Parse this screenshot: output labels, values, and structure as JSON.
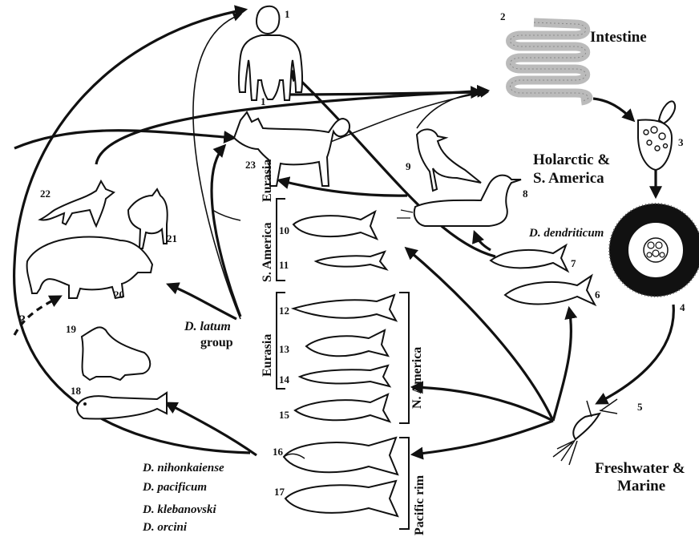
{
  "stages": {
    "n1": "1",
    "n1b": "1",
    "n2": "2",
    "n3": "3",
    "n4": "4",
    "n5": "5",
    "n6": "6",
    "n7": "7",
    "n8": "8",
    "n9": "9",
    "n10": "10",
    "n11": "11",
    "n12": "12",
    "n13": "13",
    "n14": "14",
    "n15": "15",
    "n16": "16",
    "n17": "17",
    "n18": "18",
    "n19": "19",
    "n20": "20",
    "n21": "21",
    "n22": "22",
    "n23": "23"
  },
  "labels": {
    "intestine": "Intestine",
    "holarctic_1": "Holarctic &",
    "holarctic_2": "S. America",
    "dendriticum": "D. dendriticum",
    "latum_1": "D. latum",
    "latum_2": "group",
    "freshwater_1": "Freshwater &",
    "freshwater_2": "Marine",
    "s_america": "S. America",
    "eurasia_top": "Eurasia",
    "eurasia_mid": "Eurasia",
    "n_america": "N. America",
    "pacific_rim": "Pacific rim",
    "question": "?"
  },
  "species": [
    "D. nihonkaiense",
    "D. pacificum",
    "D. klebanovski",
    "D. orcini"
  ],
  "icons": {
    "human": "human-silhouette-icon",
    "tapeworm": "tapeworm-strobila-icon",
    "egg": "operculate-egg-icon",
    "coracidium": "coracidium-icon",
    "copepod": "copepod-icon",
    "dog": "dog-icon",
    "gull": "gull-icon",
    "loon": "loon-icon",
    "fox": "fox-icon",
    "wolf": "wolf-icon",
    "bear": "bear-icon",
    "sea_lion": "sea-lion-icon",
    "seal": "seal-icon",
    "fish": "fish-icon",
    "salmon": "salmon-icon"
  }
}
